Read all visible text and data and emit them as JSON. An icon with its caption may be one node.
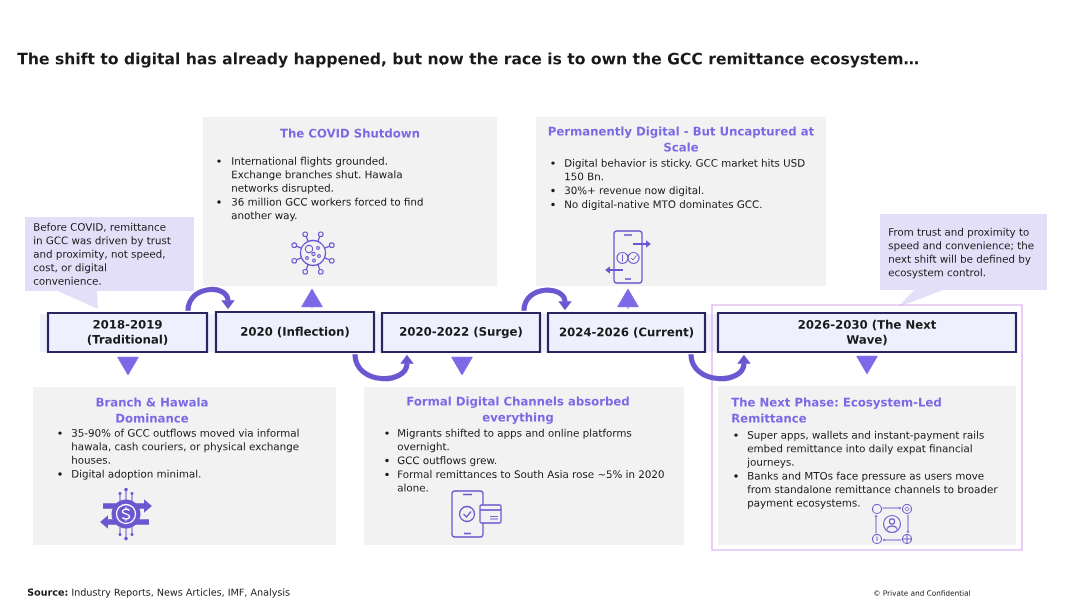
{
  "diagram": {
    "title": "The shift to digital has already happened, but now the race is to own the GCC remittance ecosystem…",
    "nodes": [
      {
        "text": [
          "Before COVID, remittance in GCC was driven by trust and proximity, not speed, cost, or digital convenience."
        ]
      },
      {
        "text": [
          "The COVID Shutdown",
          "International flights grounded. Exchange branches shut. Hawala networks disrupted.",
          "36 million GCC workers forced to find another way."
        ]
      },
      {
        "text": [
          "Permanently Digital - But Uncaptured at Scale",
          "Digital behavior is sticky. GCC market hits USD 150 Bn.",
          "30%+ revenue now digital.",
          "No digital-native MTO dominates GCC."
        ]
      },
      {
        "text": [
          "From trust and proximity to speed and convenience; the next shift will be defined by ecosystem control."
        ]
      },
      {
        "text": [],
        "shape": "box"
      },
      {
        "text": [
          "2018-2019 (Traditional)"
        ]
      },
      {
        "text": [
          "2020 (Inflection)"
        ]
      },
      {
        "text": [
          "2020-2022 (Surge)"
        ]
      },
      {
        "text": [
          "2024-2026 (Current)"
        ]
      },
      {
        "text": [
          "2026-2030 (The Next Wave)"
        ],
        "in": 4
      },
      {
        "text": [
          "Branch & Hawala Dominance",
          "35-90% of GCC outflows moved via informal hawala, cash couriers, or physical exchange houses.",
          "Digital adoption minimal."
        ]
      },
      {
        "text": [
          "Formal Digital Channels absorbed everything",
          "Migrants shifted to apps and online platforms overnight.",
          "GCC outflows grew.",
          "Formal remittances to South Asia rose ~5% in 2020 alone."
        ]
      },
      {
        "text": [
          "The Next Phase: Ecosystem-Led Remittance",
          "Super apps, wallets and instant-payment rails embed remittance into daily expat financial journeys.",
          "Banks and MTOs face pressure as users move from standalone remittance channels to broader payment ecosystems."
        ],
        "in": 4
      }
    ],
    "edges": [
      {
        "from": 5,
        "to": 6,
        "arrow": "to"
      },
      {
        "from": 6,
        "to": 7,
        "arrow": "to"
      },
      {
        "from": 7,
        "to": 8,
        "arrow": "to"
      },
      {
        "from": 8,
        "to": 9,
        "arrow": "to"
      },
      {
        "from": 5,
        "to": 10,
        "arrow": "to"
      },
      {
        "from": 6,
        "to": 1,
        "arrow": "to"
      },
      {
        "from": 7,
        "to": 11,
        "arrow": "to"
      },
      {
        "from": 8,
        "to": 2,
        "arrow": "to"
      },
      {
        "from": 9,
        "to": 12,
        "arrow": "to"
      }
    ],
    "labels": [
      "**Source:** Industry Reports, News Articles, IMF, Analysis",
      "© Private and Confidential"
    ]
  }
}
